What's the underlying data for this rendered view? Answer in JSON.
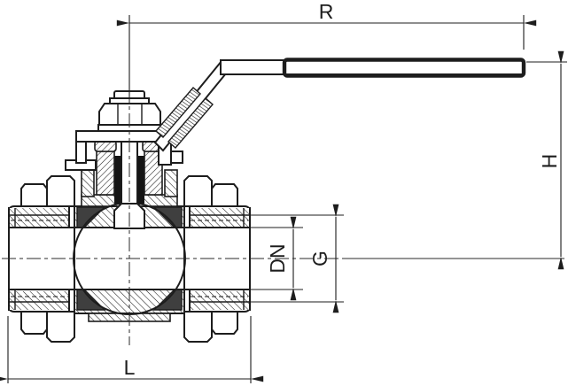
{
  "drawing": {
    "kind": "ball-valve-section-drawing",
    "colors": {
      "ink": "#1d1d1d",
      "paper": "#ffffff",
      "seat": "#3f3f3f"
    },
    "dimension_labels": {
      "handle_length": "R",
      "height": "H",
      "nominal_diameter": "DN",
      "thread_size": "G",
      "overall_length": "L"
    }
  }
}
